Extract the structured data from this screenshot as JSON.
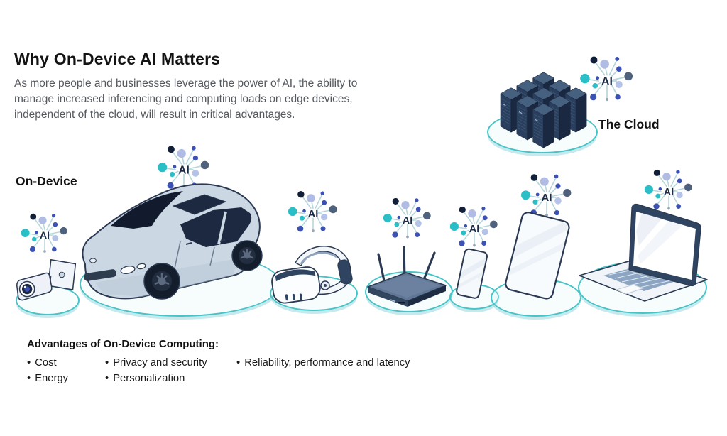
{
  "header": {
    "title": "Why On-Device AI Matters",
    "subtitle": "As more people and businesses leverage the power of AI, the ability to manage increased inferencing and computing loads on edge devices, independent of the cloud, will result in critical advantages."
  },
  "cloud": {
    "label": "The Cloud",
    "icon": "server-rack-cluster-icon"
  },
  "on_device": {
    "label": "On-Device"
  },
  "ai_icon": {
    "label": "AI",
    "name": "ai-network-icon"
  },
  "devices": [
    {
      "icon": "security-camera-icon"
    },
    {
      "icon": "car-icon"
    },
    {
      "icon": "vr-headset-icon"
    },
    {
      "icon": "wifi-router-icon"
    },
    {
      "icon": "smartphone-icon"
    },
    {
      "icon": "tablet-icon"
    },
    {
      "icon": "laptop-icon"
    }
  ],
  "advantages": {
    "heading": "Advantages of On-Device Computing:",
    "bullet": "•",
    "columns": [
      {
        "items": [
          "Cost",
          "Energy"
        ]
      },
      {
        "items": [
          "Privacy and security",
          "Personalization"
        ]
      },
      {
        "items": [
          "Reliability, performance and latency"
        ]
      }
    ]
  },
  "colors": {
    "accent_teal": "#2abec6",
    "navy": "#16243f",
    "blue": "#3b51b4",
    "periwinkle": "#b0bce4",
    "slate": "#4f617c",
    "platform_ring": "#45c3c6",
    "device_body": "#cbd7e3",
    "text_gray": "#54595f"
  }
}
